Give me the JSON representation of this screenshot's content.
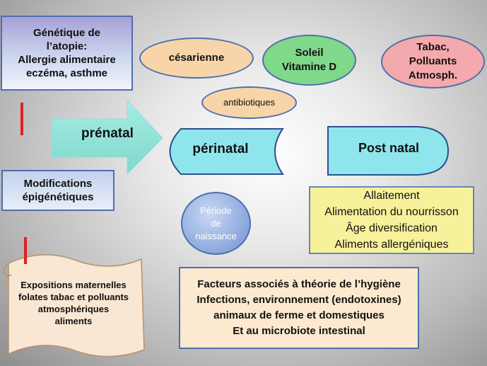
{
  "genetique": {
    "lines": [
      "Génétique de",
      "l’atopie:",
      "Allergie alimentaire",
      "eczéma, asthme"
    ]
  },
  "modifications": {
    "lines": [
      "Modifications",
      "épigénétiques"
    ]
  },
  "expositions": {
    "lines": [
      "Expositions maternelles",
      "folates tabac et polluants",
      "atmosphériques",
      "aliments"
    ]
  },
  "ovals": {
    "cesarienne": "césarienne",
    "soleil": [
      "Soleil",
      "Vitamine D"
    ],
    "tabac": [
      "Tabac,",
      "Polluants",
      "Atmosph."
    ],
    "antibiotiques": "antibiotiques"
  },
  "phases": {
    "prenatal": "prénatal",
    "perinatal": "périnatal",
    "postnatal": "Post natal"
  },
  "periode": {
    "lines": [
      "Période",
      "de",
      "naissance"
    ]
  },
  "allaitement": {
    "lines": [
      "Allaitement",
      "Alimentation du nourrisson",
      "Âge diversification",
      "Aliments allergéniques"
    ]
  },
  "hygiene": {
    "lines": [
      "Facteurs associés à théorie de l’hygiène",
      "Infections, environnement (endotoxines)",
      "animaux de ferme et domestiques",
      "Et au microbiote intestinal"
    ]
  },
  "colors": {
    "outline": "#4f6fad",
    "arrow_fill": "#8ee0d6",
    "cyan_fill": "#8ee6ec",
    "red_bar": "#e02020",
    "yellow_box": "#f6f19a",
    "scroll_fill": "#f9e6d3"
  }
}
